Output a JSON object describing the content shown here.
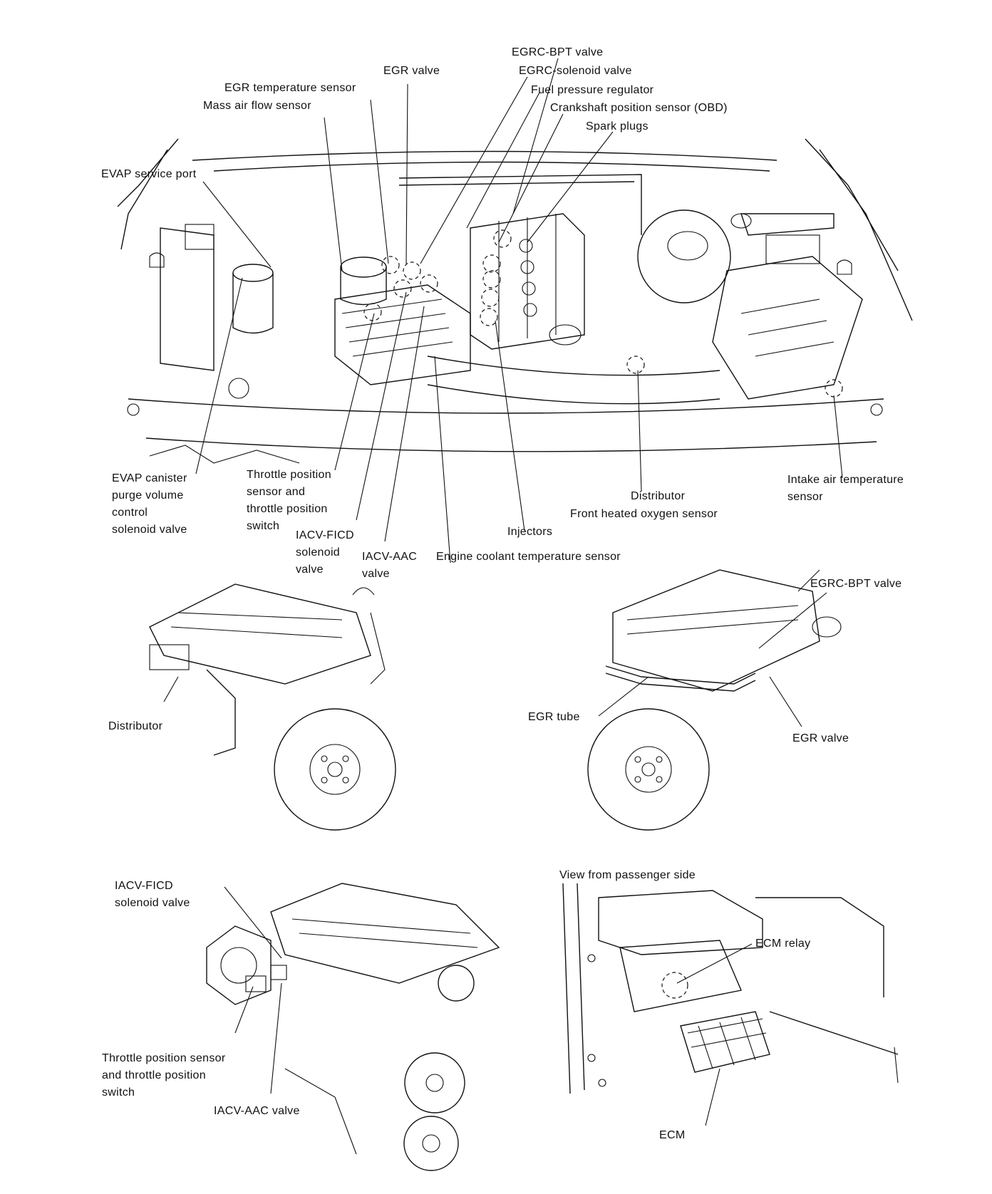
{
  "colors": {
    "ink": "#111111",
    "paper": "#ffffff"
  },
  "engine_bay": {
    "labels": {
      "egrc_bpt_valve": "EGRC-BPT valve",
      "egr_valve": "EGR valve",
      "egrc_solenoid_valve": "EGRC-solenoid valve",
      "egr_temperature_sensor": "EGR temperature sensor",
      "fuel_pressure_regulator": "Fuel pressure regulator",
      "mass_air_flow_sensor": "Mass air flow sensor",
      "crankshaft_position_sensor": "Crankshaft position sensor (OBD)",
      "spark_plugs": "Spark plugs",
      "evap_service_port": "EVAP service port",
      "evap_canister_purge": "EVAP canister\npurge volume\ncontrol\nsolenoid valve",
      "throttle_position_sensor": "Throttle position\nsensor and\nthrottle position\nswitch",
      "iacv_ficd_solenoid": "IACV-FICD\nsolenoid\nvalve",
      "iacv_aac_valve": "IACV-AAC\nvalve",
      "injectors": "Injectors",
      "engine_coolant_temperature_sensor": "Engine coolant temperature sensor",
      "distributor": "Distributor",
      "front_heated_oxygen_sensor": "Front heated oxygen sensor",
      "intake_air_temperature_sensor": "Intake air temperature\nsensor"
    }
  },
  "engine_left_view": {
    "labels": {
      "distributor": "Distributor"
    }
  },
  "engine_right_view": {
    "labels": {
      "egrc_bpt_valve": "EGRC-BPT valve",
      "egr_tube": "EGR tube",
      "egr_valve": "EGR valve"
    }
  },
  "engine_throttle_view": {
    "labels": {
      "iacv_ficd_solenoid_valve": "IACV-FICD\nsolenoid valve",
      "throttle_position_sensor": "Throttle position sensor\nand throttle position\nswitch",
      "iacv_aac_valve": "IACV-AAC valve"
    }
  },
  "passenger_view": {
    "title": "View from passenger side",
    "labels": {
      "ecm_relay": "ECM relay",
      "ecm": "ECM"
    }
  }
}
